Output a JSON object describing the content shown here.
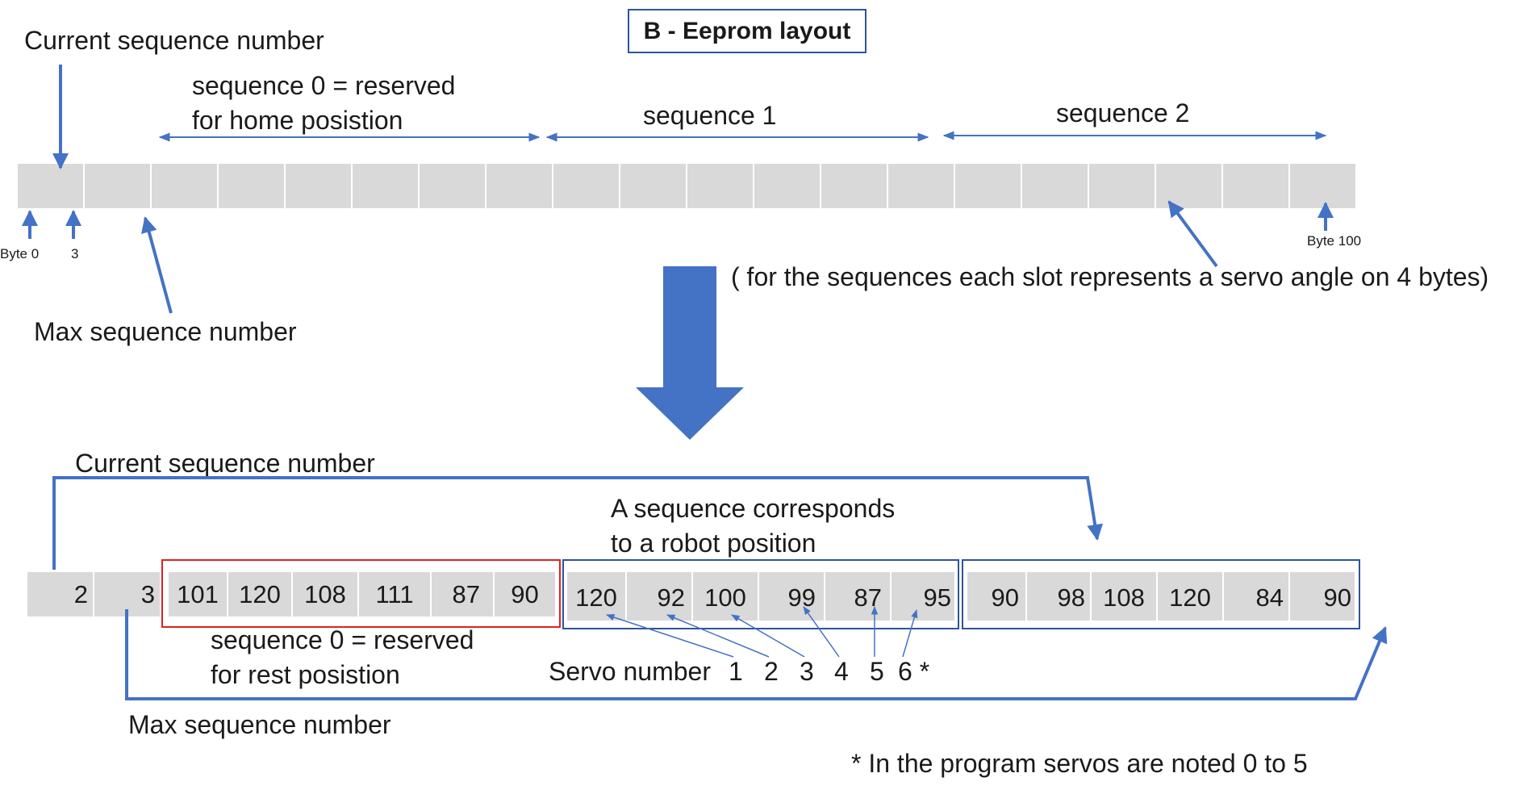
{
  "title": "B - Eeprom layout",
  "top": {
    "current_seq_label": "Current sequence number",
    "seq0_line1": "sequence 0 = reserved",
    "seq0_line2": "for home posistion",
    "seq1_label": "sequence 1",
    "seq2_label": "sequence 2",
    "byte0_label": "Byte 0",
    "byte3_label": "3",
    "byte100_label": "Byte 100",
    "max_seq_label": "Max sequence number",
    "slot_note": "( for the sequences each slot represents  a servo angle on 4 bytes)",
    "slot_count": 20
  },
  "bottom": {
    "current_seq_label": "Current sequence number",
    "header_values": [
      "2",
      "3"
    ],
    "seq0_values": [
      "101",
      "120",
      "108",
      "111",
      "87",
      "90"
    ],
    "seq1_values": [
      "120",
      "92",
      "100",
      "99",
      "87",
      "95"
    ],
    "seq2_values": [
      "90",
      "98",
      "108",
      "120",
      "84",
      "90"
    ],
    "robot_note_line1": "A sequence corresponds",
    "robot_note_line2": "to a robot position",
    "seq0_line1": "sequence 0 = reserved",
    "seq0_line2": "for rest posistion",
    "servo_label": "Servo number",
    "servo_numbers": [
      "1",
      "2",
      "3",
      "4",
      "5",
      "6 *"
    ],
    "max_seq_label": "Max sequence number",
    "footnote": "* In the program servos are noted 0 to 5"
  },
  "colors": {
    "arrow": "#4472c4",
    "seq0_box": "#e02020",
    "seq_box": "#2e5597",
    "cell": "#d9d9d9"
  }
}
